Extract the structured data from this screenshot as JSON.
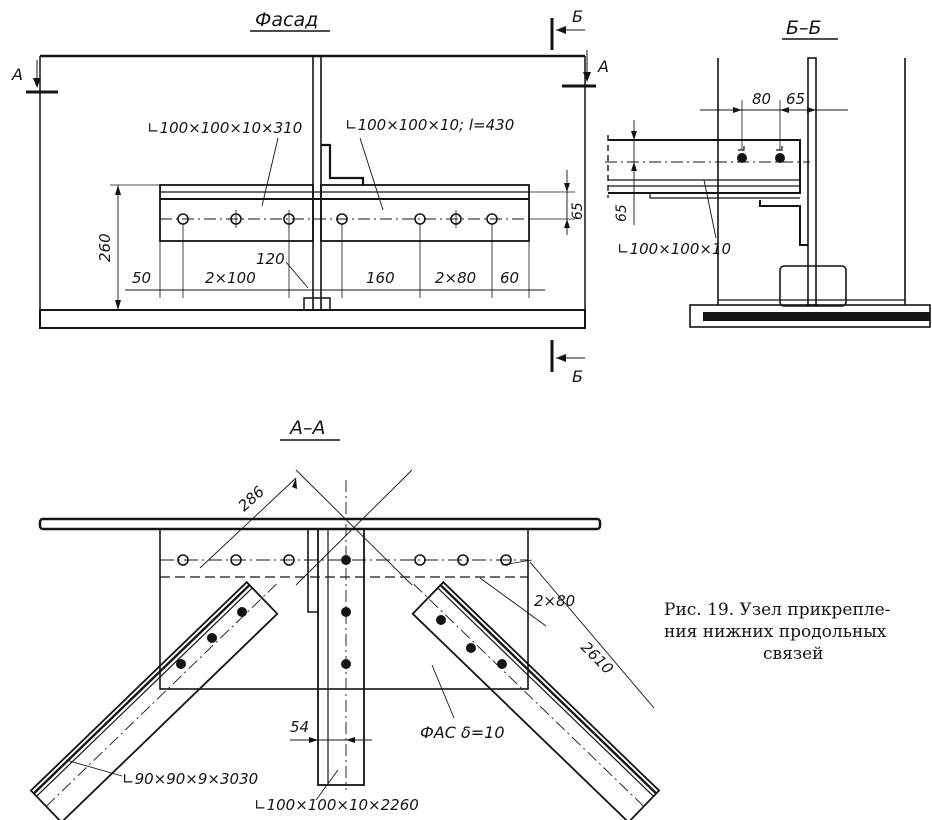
{
  "views": {
    "facade": {
      "title": "Фасад",
      "angle_left": "∟100×100×10×310",
      "angle_right": "∟100×100×10; l=430",
      "dim_height": "260",
      "dim_top_offset": "65",
      "dim_50": "50",
      "dim_2x100": "2×100",
      "dim_120": "120",
      "dim_160": "160",
      "dim_2x80": "2×80",
      "dim_60": "60",
      "section_a_left": "А",
      "section_a_right": "А",
      "section_b_top": "Б",
      "section_b_bottom": "Б"
    },
    "section_bb": {
      "title": "Б–Б",
      "dim_80": "80",
      "dim_65": "65",
      "dim_65_vertical": "65",
      "angle_label": "∟100×100×10"
    },
    "section_aa": {
      "title": "А–А",
      "dim_286": "286",
      "dim_2x80": "2×80",
      "dim_2610": "2610",
      "dim_54": "54",
      "gusset_label": "ФАС δ=10",
      "angle_diag_label": "∟90×90×9×3030",
      "angle_vert_label": "∟100×100×10×2260"
    }
  },
  "caption": {
    "line1": "Рис. 19. Узел прикрепле-",
    "line2": "ния нижних продольных",
    "line3": "связей"
  }
}
